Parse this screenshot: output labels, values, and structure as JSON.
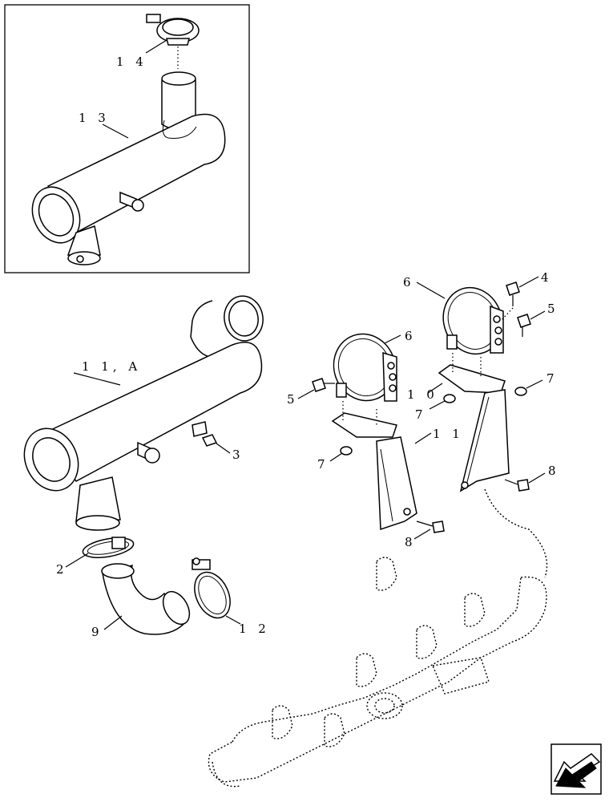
{
  "diagram": {
    "callouts": {
      "c14": "1 4",
      "c13": "1 3",
      "c11a": "1 1, A",
      "c3": "3",
      "c2": "2",
      "c9": "9",
      "c12": "1 2",
      "c6a": "6",
      "c6b": "6",
      "c4": "4",
      "c5a": "5",
      "c5b": "5",
      "c10": "1 0",
      "c7a": "7",
      "c7b": "7",
      "c7c": "7",
      "c11": "1 1",
      "c8a": "8",
      "c8b": "8"
    }
  },
  "nav": {
    "icon": "next-page-arrow-icon"
  }
}
